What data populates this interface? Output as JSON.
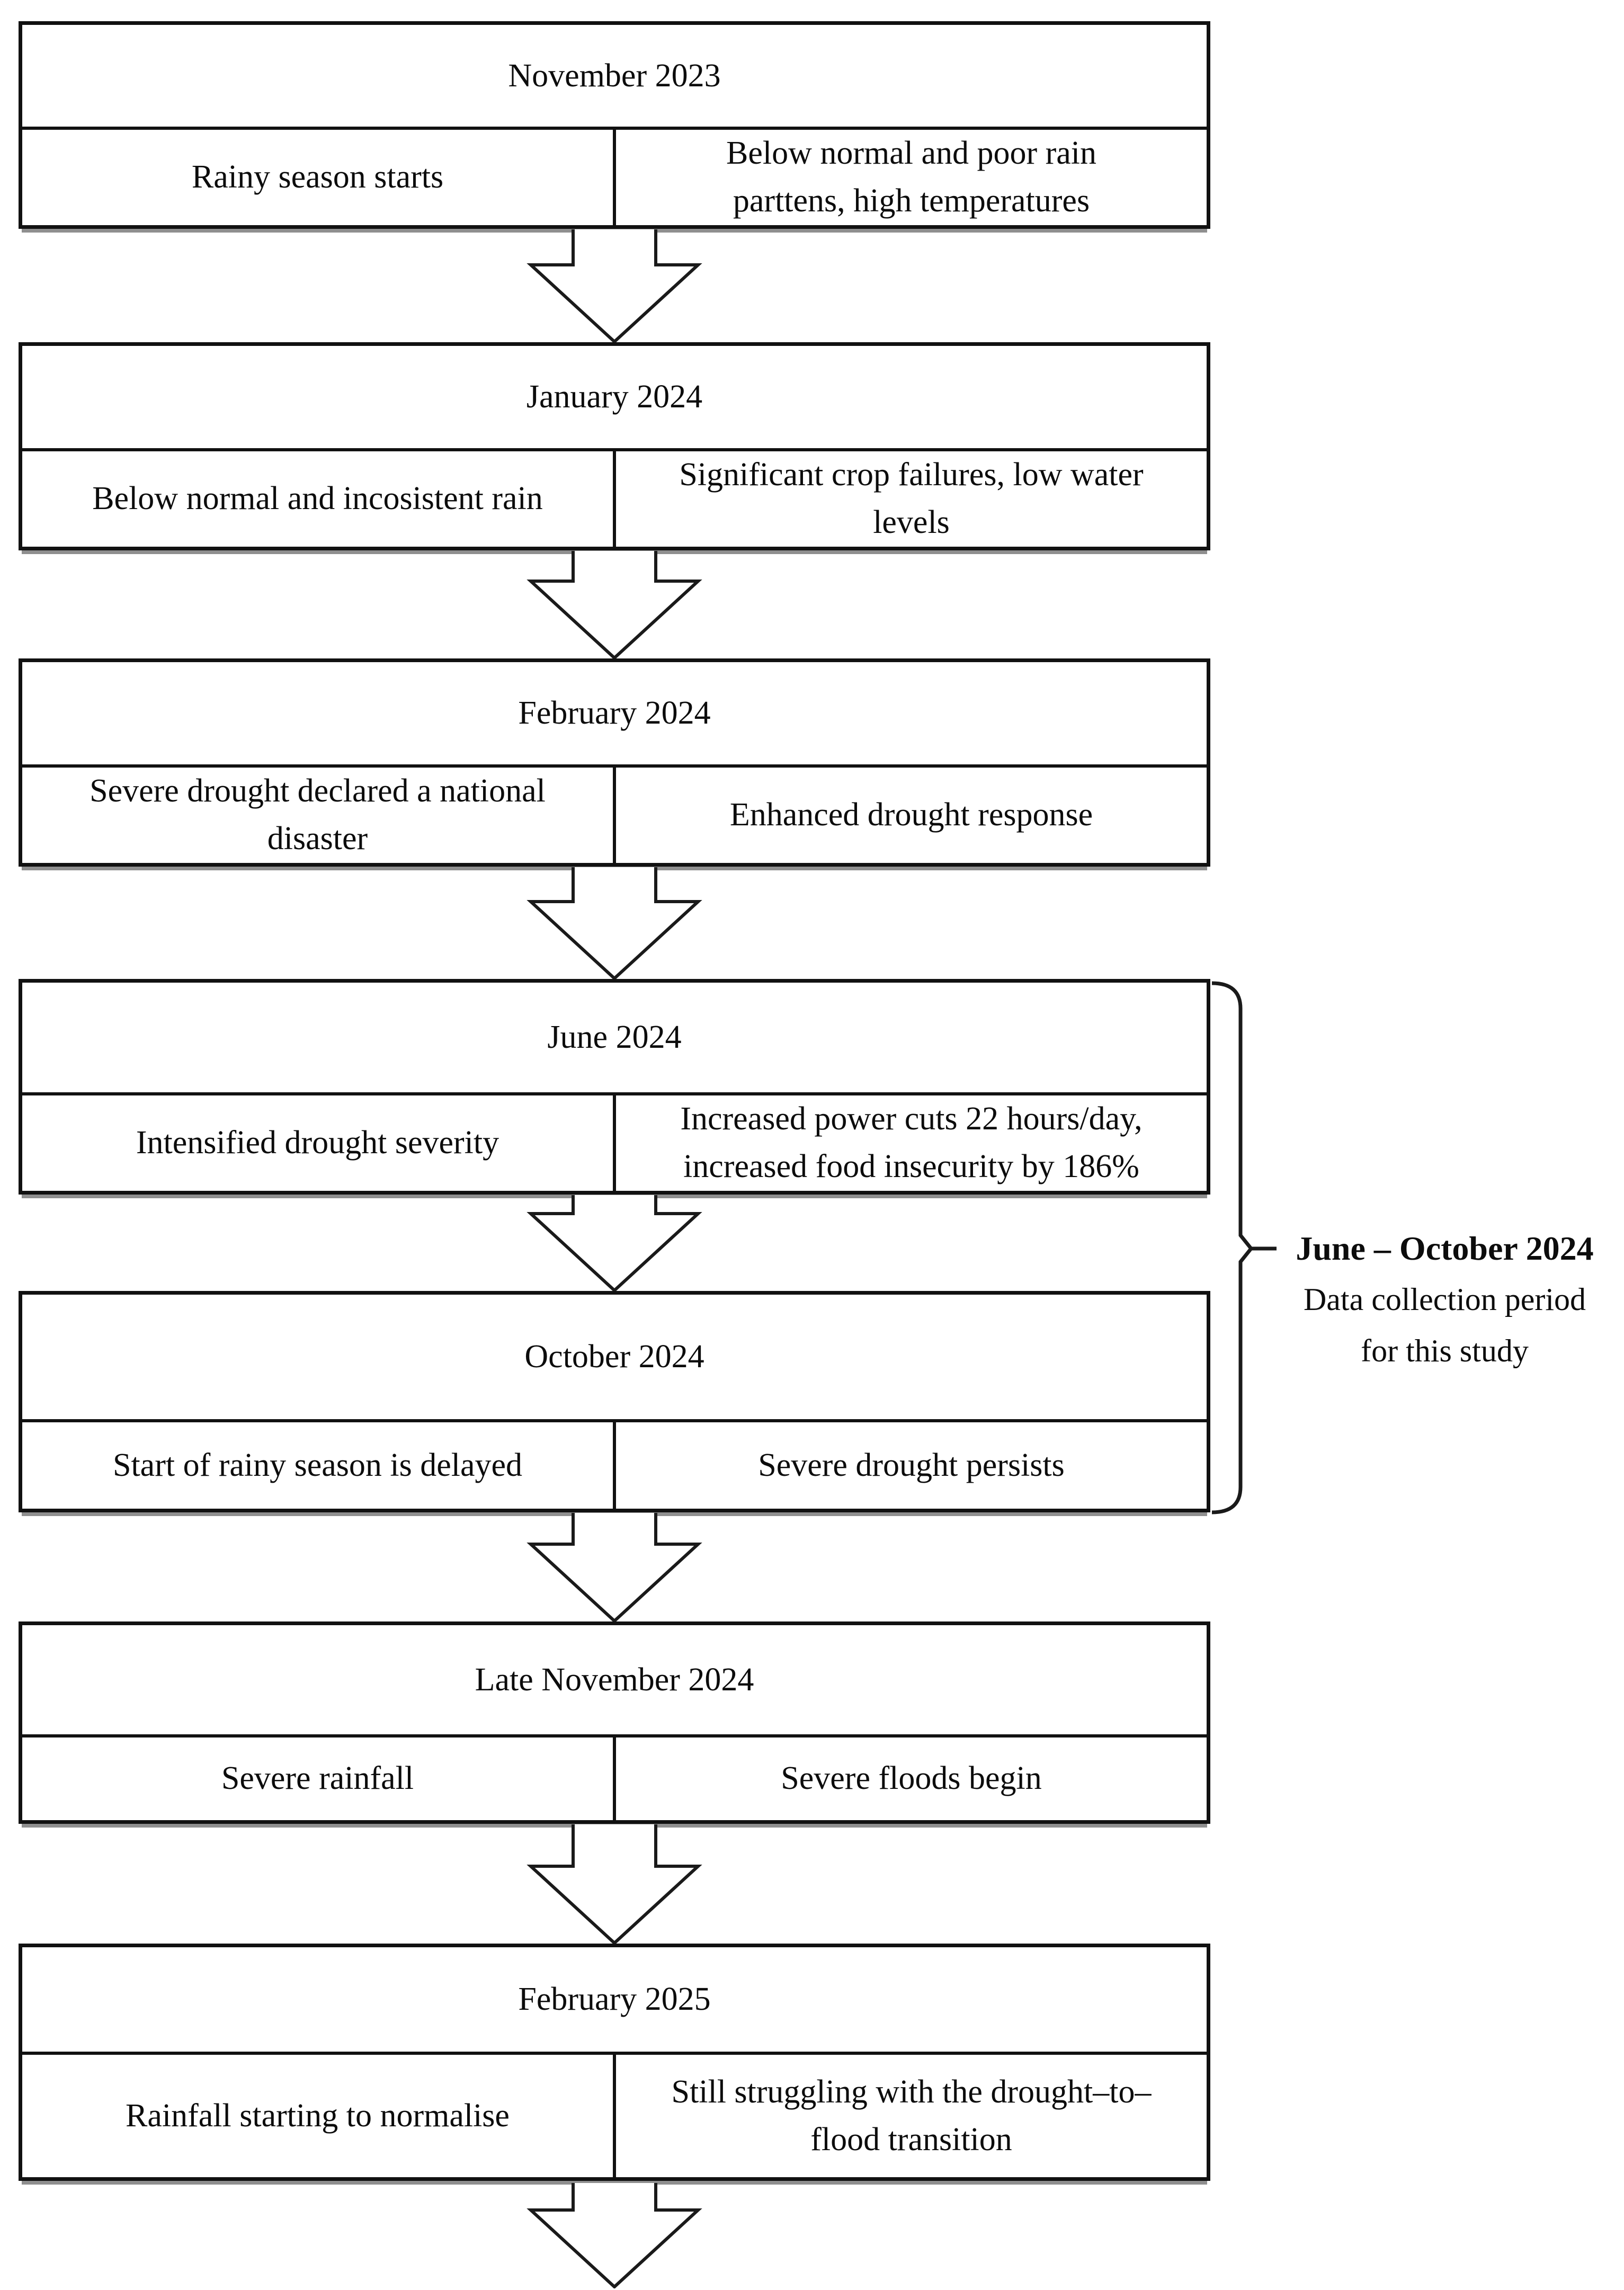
{
  "flowchart": {
    "events": [
      {
        "date": "November 2023",
        "left": "Rainy season starts",
        "right": "Below normal and poor rain parttens, high temperatures"
      },
      {
        "date": "January 2024",
        "left": "Below normal  and incosistent rain",
        "right": "Significant crop failures, low water levels"
      },
      {
        "date": "February 2024",
        "left": "Severe drought declared a national disaster",
        "right": "Enhanced drought response"
      },
      {
        "date": "June 2024",
        "left": "Intensified drought severity",
        "right": "Increased power cuts 22 hours/day, increased food insecurity by 186%"
      },
      {
        "date": "October 2024",
        "left": "Start of rainy season is delayed",
        "right": "Severe drought persists"
      },
      {
        "date": "Late November 2024",
        "left": "Severe rainfall",
        "right": "Severe floods begin"
      },
      {
        "date": "February 2025",
        "left": "Rainfall starting to normalise",
        "right": "Still struggling with the drought–to–flood transition"
      }
    ],
    "bracket_annotation": {
      "heading": "June – October 2024",
      "description_line1": "Data collection period",
      "description_line2": "for this study"
    },
    "colors": {
      "line": "#000000",
      "background": "#ffffff",
      "shadow": "#8f8f8f"
    }
  }
}
